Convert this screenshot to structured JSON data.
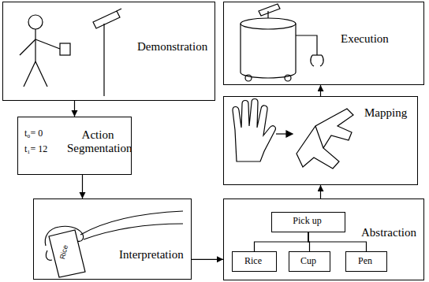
{
  "diagram": {
    "nodes": [
      {
        "text": [
          "Demonstration"
        ]
      },
      {
        "text": [
          "Action Segmentation",
          "t₀= 0",
          "t₁= 12"
        ]
      },
      {
        "text": [
          "Interpretation"
        ]
      },
      {
        "text": [
          "Abstraction"
        ]
      },
      {
        "text": [
          "Pick up"
        ],
        "in": 3
      },
      {
        "text": [
          "Rice"
        ],
        "in": 3
      },
      {
        "text": [
          "Cup"
        ],
        "in": 3
      },
      {
        "text": [
          "Pen"
        ],
        "in": 3
      },
      {
        "text": [
          "Mapping"
        ]
      },
      {
        "text": [
          "Execution"
        ]
      }
    ],
    "edges": [
      {
        "from": 0,
        "to": 1,
        "arrow": "to"
      },
      {
        "from": 1,
        "to": 2,
        "arrow": "to"
      },
      {
        "from": 2,
        "to": 3,
        "arrow": "to"
      },
      {
        "from": 3,
        "to": 8,
        "arrow": "to"
      },
      {
        "from": 8,
        "to": 9,
        "arrow": "to"
      },
      {
        "from": 4,
        "to": 5,
        "arrow": "none"
      },
      {
        "from": 4,
        "to": 6,
        "arrow": "none"
      },
      {
        "from": 4,
        "to": 7,
        "arrow": "none"
      }
    ],
    "labels": [
      "Rice"
    ]
  }
}
